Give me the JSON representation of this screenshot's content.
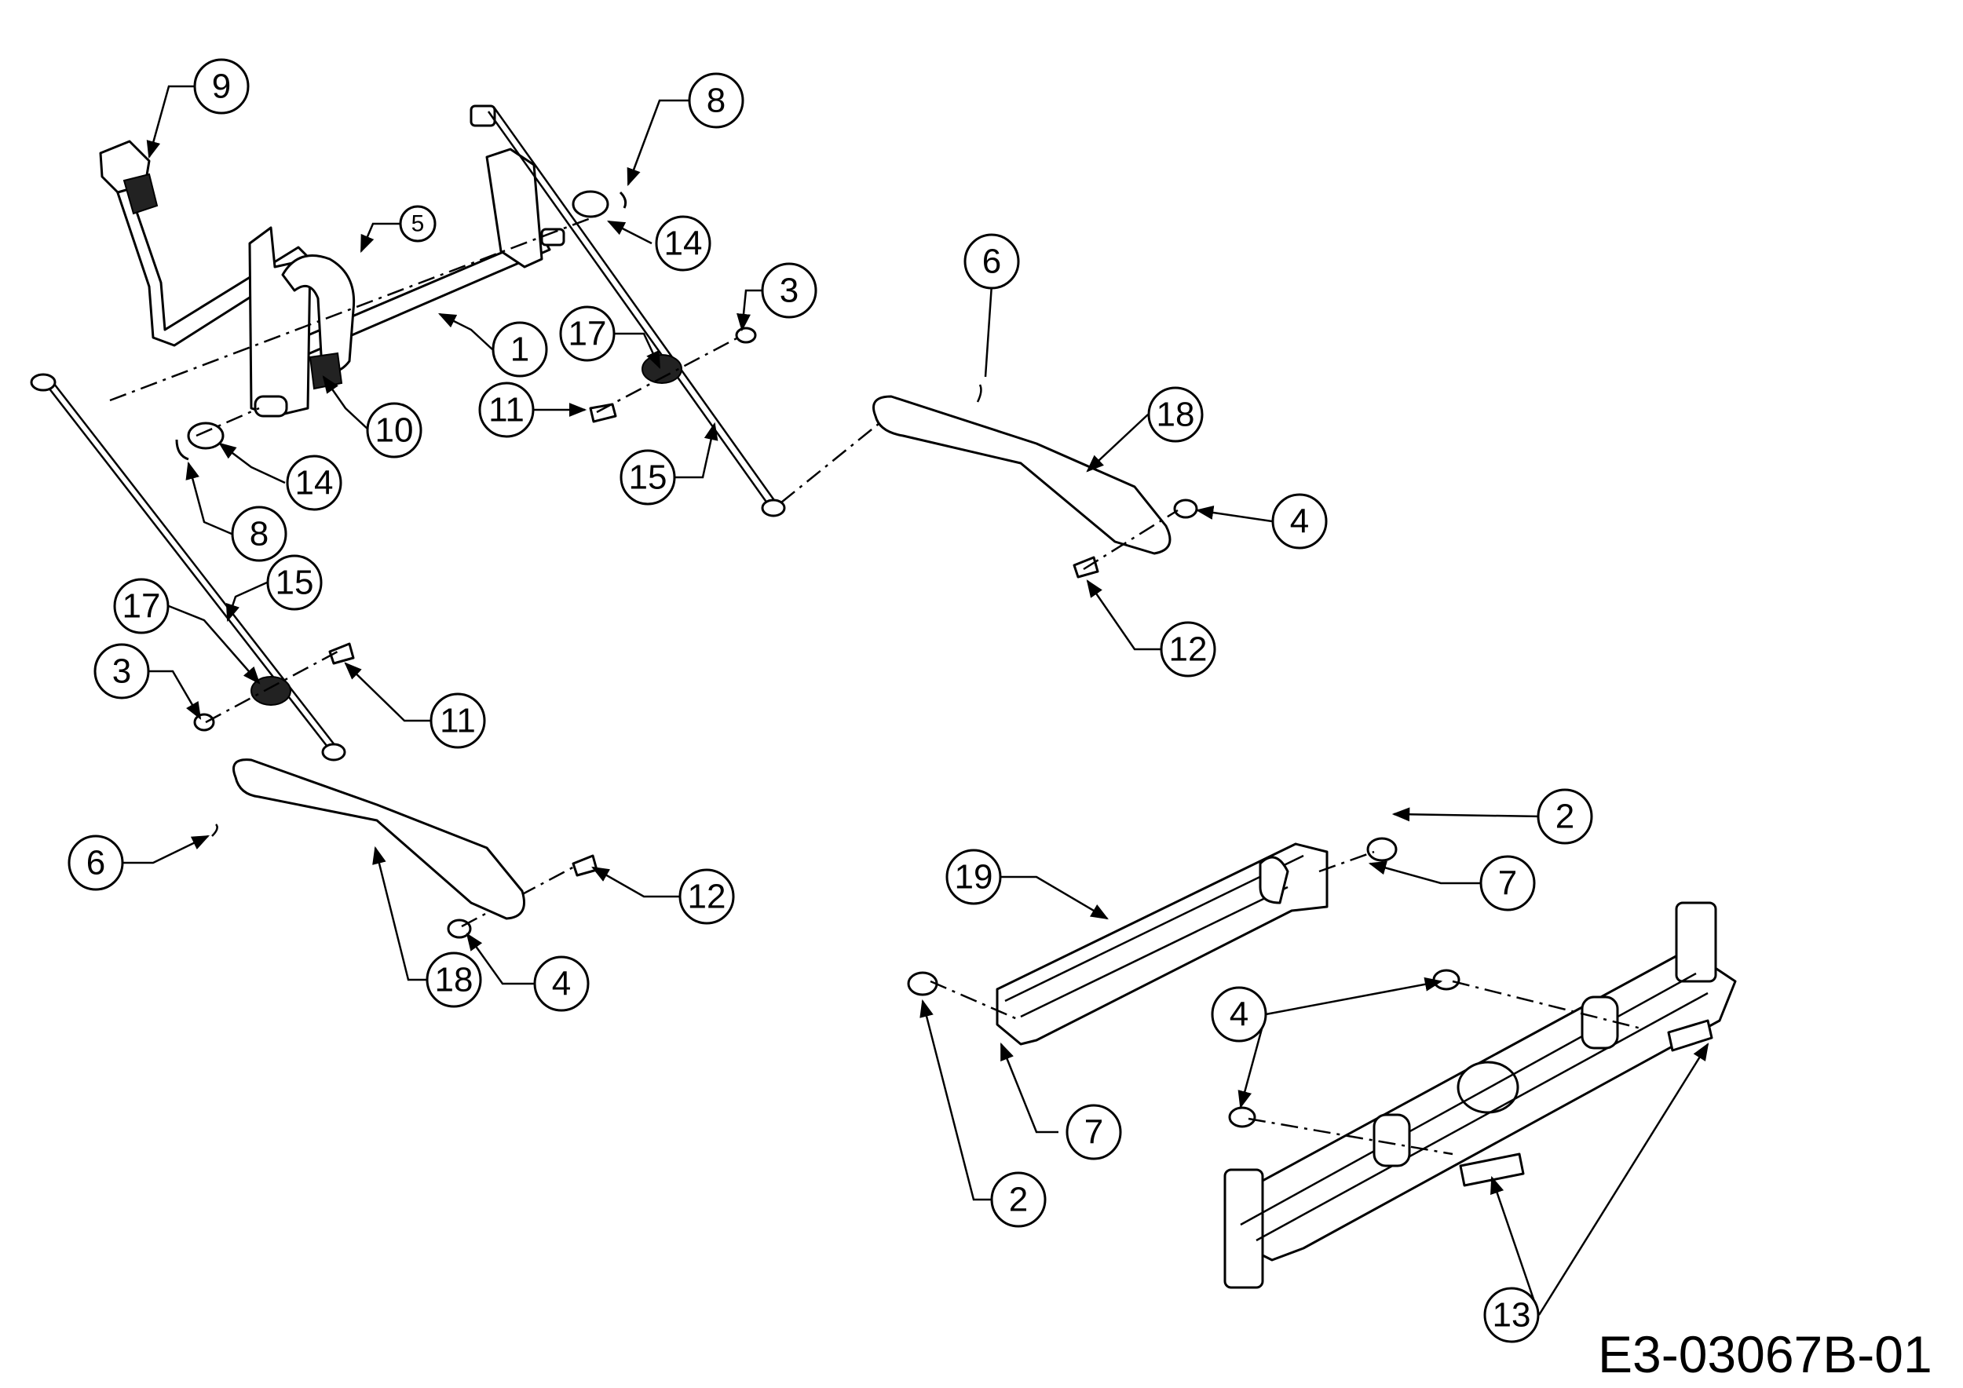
{
  "drawing_code": "E3-03067B-01",
  "callouts": [
    "9",
    "8",
    "5",
    "14",
    "3",
    "6",
    "1",
    "17",
    "10",
    "11",
    "14",
    "8",
    "15",
    "18",
    "4",
    "12",
    "15",
    "17",
    "3",
    "11",
    "6",
    "12",
    "18",
    "4",
    "2",
    "19",
    "7",
    "4",
    "7",
    "2",
    "13"
  ]
}
